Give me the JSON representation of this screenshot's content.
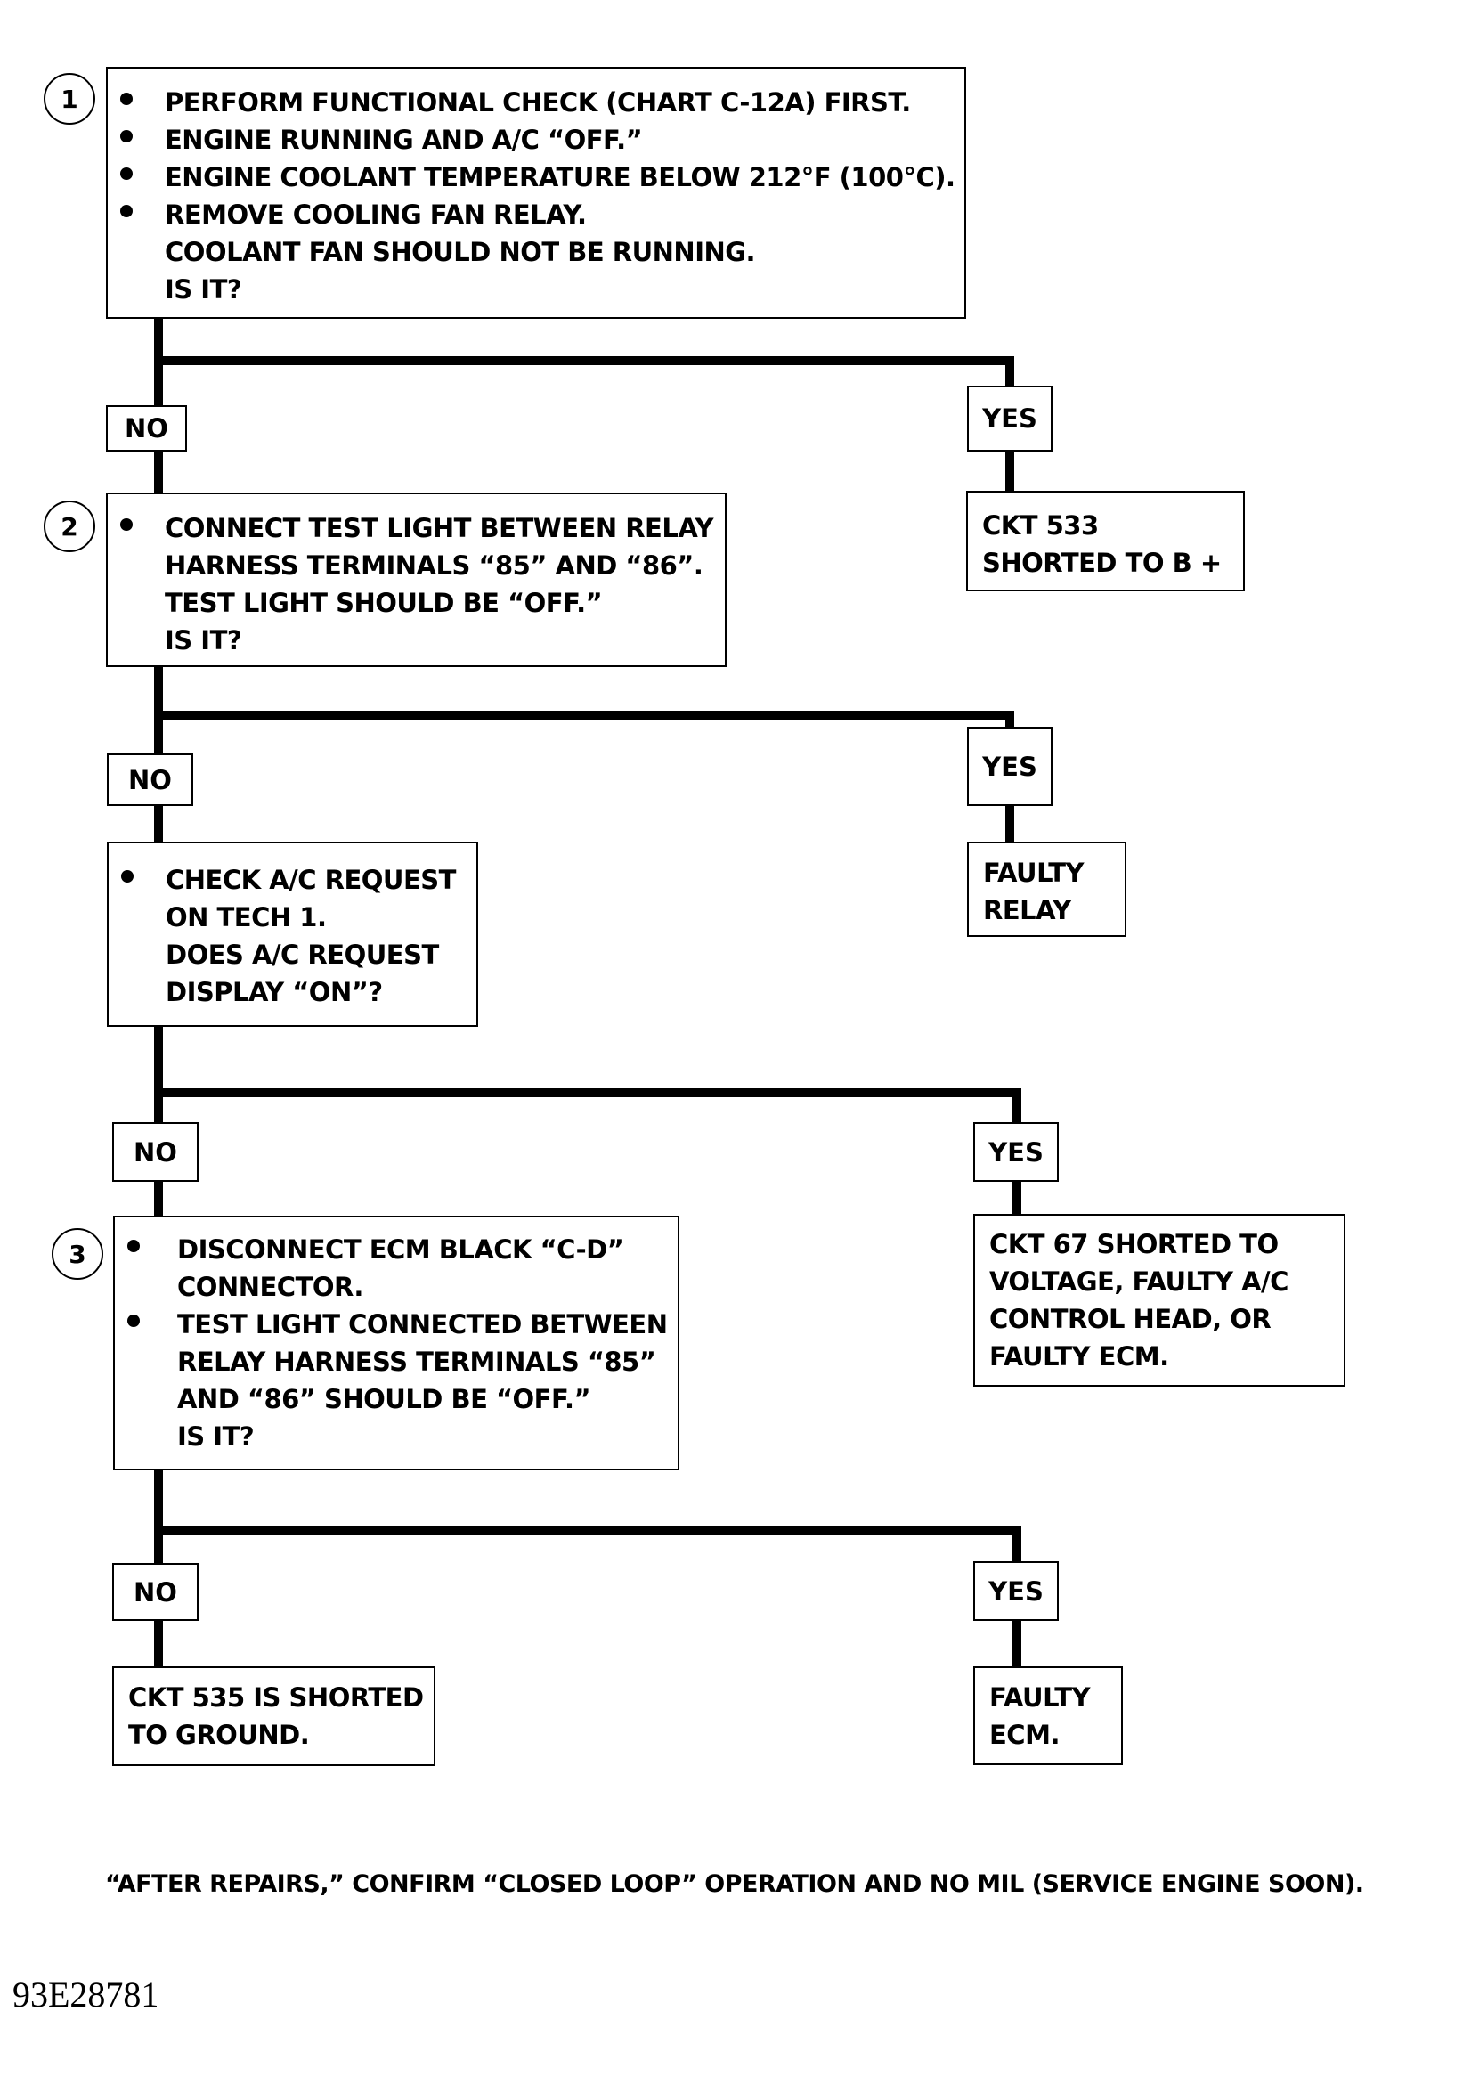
{
  "steps": [
    {
      "number": "1",
      "bullets": [
        "PERFORM FUNCTIONAL CHECK (CHART C-12A) FIRST.",
        "ENGINE RUNNING AND A/C “OFF.”",
        "ENGINE COOLANT TEMPERATURE BELOW 212°F (100°C).",
        "REMOVE COOLING FAN RELAY."
      ],
      "continuation": [
        "COOLANT FAN SHOULD NOT BE RUNNING.",
        "IS IT?"
      ],
      "no_label": "NO",
      "yes_label": "YES",
      "yes_result": [
        "CKT 533",
        "SHORTED TO B +"
      ]
    },
    {
      "number": "2",
      "bullets": [
        "CONNECT TEST LIGHT BETWEEN RELAY"
      ],
      "continuation": [
        "HARNESS TERMINALS “85” AND “86”.",
        "TEST LIGHT SHOULD BE “OFF.”",
        "IS IT?"
      ],
      "no_label": "NO",
      "yes_label": "YES",
      "yes_result": [
        "FAULTY",
        "RELAY"
      ]
    },
    {
      "number": "",
      "bullets": [
        "CHECK A/C REQUEST"
      ],
      "continuation": [
        "ON TECH 1.",
        "DOES A/C REQUEST",
        "DISPLAY “ON”?"
      ],
      "no_label": "NO",
      "yes_label": "YES",
      "yes_result": [
        "CKT 67 SHORTED TO",
        "VOLTAGE, FAULTY A/C",
        "CONTROL HEAD, OR",
        "FAULTY ECM."
      ]
    },
    {
      "number": "3",
      "bullets": [
        "DISCONNECT ECM BLACK “C-D”",
        "TEST LIGHT CONNECTED BETWEEN"
      ],
      "bullet_continuations": [
        [
          "CONNECTOR."
        ],
        [
          "RELAY HARNESS TERMINALS “85”",
          "AND “86” SHOULD BE “OFF.”",
          "IS IT?"
        ]
      ],
      "no_label": "NO",
      "yes_label": "YES",
      "no_result": [
        "CKT 535 IS SHORTED",
        "TO GROUND."
      ],
      "yes_result": [
        "FAULTY",
        "ECM."
      ]
    }
  ],
  "footer_note": "“AFTER REPAIRS,” CONFIRM “CLOSED LOOP” OPERATION AND NO MIL (SERVICE ENGINE SOON).",
  "figure_id": "93E28781"
}
